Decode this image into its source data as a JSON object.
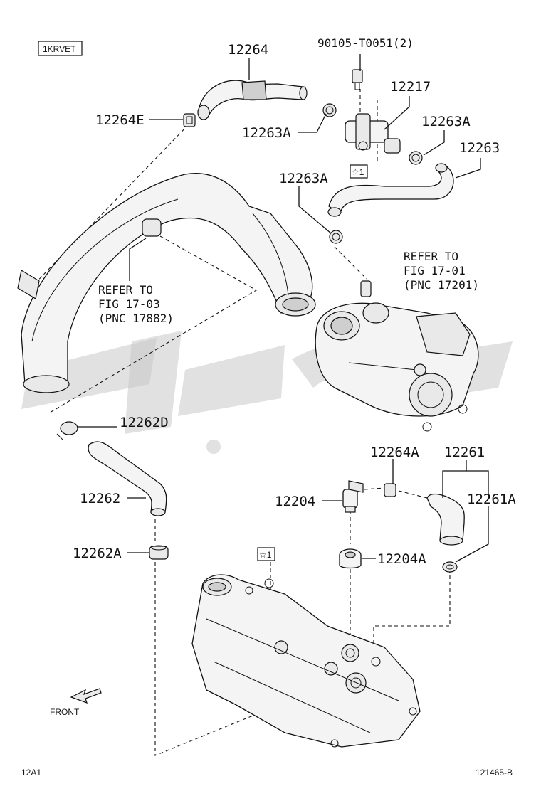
{
  "header": {
    "engine_code": "1KRVET"
  },
  "footer": {
    "left_code": "12A1",
    "right_code": "121465-B"
  },
  "front_label": "FRONT",
  "marks": {
    "star_1": "☆1"
  },
  "parts": {
    "p12264": "12264",
    "p90105": "90105-T0051(2)",
    "p12217": "12217",
    "p12264E": "12264E",
    "p12263A_1": "12263A",
    "p12263A_2": "12263A",
    "p12263": "12263",
    "p12263A_3": "12263A",
    "p12262D": "12262D",
    "p12262": "12262",
    "p12262A": "12262A",
    "p12264A": "12264A",
    "p12261": "12261",
    "p12204": "12204",
    "p12261A": "12261A",
    "p12204A": "12204A"
  },
  "refs": {
    "ref_a": {
      "line1": "REFER TO",
      "line2": "FIG 17-03",
      "line3": "(PNC 17882)"
    },
    "ref_b": {
      "line1": "REFER TO",
      "line2": "FIG 17-01",
      "line3": "(PNC 17201)"
    }
  }
}
